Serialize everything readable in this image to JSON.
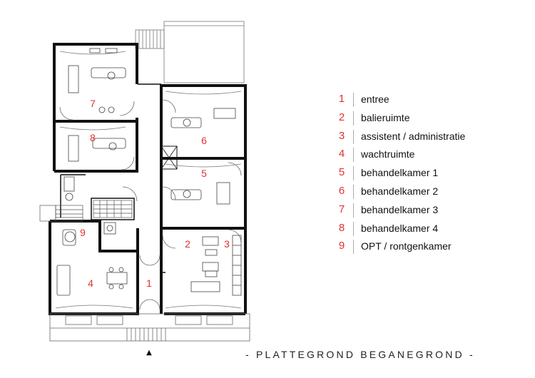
{
  "title": "- PLATTEGROND BEGANEGROND -",
  "colors": {
    "wall": "#111111",
    "label": "#e03030",
    "line": "#555555"
  },
  "rooms": [
    {
      "number": "1",
      "label": "entree"
    },
    {
      "number": "2",
      "label": "balieruimte"
    },
    {
      "number": "3",
      "label": "assistent / administratie"
    },
    {
      "number": "4",
      "label": "wachtruimte"
    },
    {
      "number": "5",
      "label": "behandelkamer 1"
    },
    {
      "number": "6",
      "label": "behandelkamer 2"
    },
    {
      "number": "7",
      "label": "behandelkamer 3"
    },
    {
      "number": "8",
      "label": "behandelkamer  4"
    },
    {
      "number": "9",
      "label": "OPT / rontgenkamer"
    }
  ],
  "north_marker": "▲"
}
